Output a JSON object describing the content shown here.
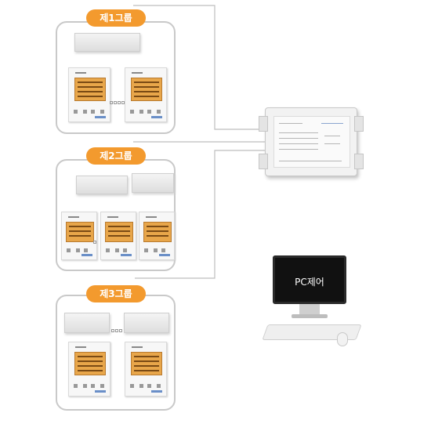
{
  "groups": [
    {
      "label": "제1그룹"
    },
    {
      "label": "제2그룹"
    },
    {
      "label": "제3그룹"
    }
  ],
  "pc": {
    "label": "PC제어"
  },
  "colors": {
    "group_tag": "#f39a2e",
    "line": "#bdbdbd",
    "display": "#e8a64a"
  }
}
